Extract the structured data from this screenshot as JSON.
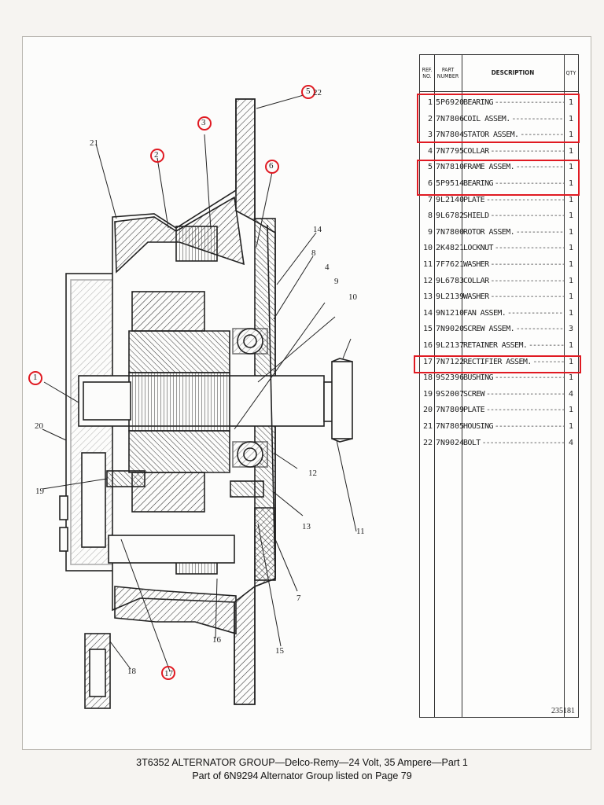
{
  "diagram": {
    "callouts": [
      "1",
      "2",
      "3",
      "4",
      "5",
      "6",
      "7",
      "8",
      "9",
      "10",
      "11",
      "12",
      "13",
      "14",
      "15",
      "16",
      "17",
      "18",
      "19",
      "20",
      "21",
      "22"
    ],
    "circled": [
      "1",
      "2",
      "3",
      "5",
      "6",
      "17"
    ]
  },
  "table": {
    "headers": {
      "ref": "REF. NO.",
      "part": "PART NUMBER",
      "desc": "DESCRIPTION",
      "qty": "QTY"
    },
    "rows": [
      {
        "ref": "1",
        "part": "5P6920",
        "desc": "BEARING",
        "qty": "1"
      },
      {
        "ref": "2",
        "part": "7N7806",
        "desc": "COIL ASSEM.",
        "qty": "1"
      },
      {
        "ref": "3",
        "part": "7N7804",
        "desc": "STATOR ASSEM.",
        "qty": "1"
      },
      {
        "ref": "4",
        "part": "7N7795",
        "desc": "COLLAR",
        "qty": "1"
      },
      {
        "ref": "5",
        "part": "7N7810",
        "desc": "FRAME ASSEM.",
        "qty": "1"
      },
      {
        "ref": "6",
        "part": "5P9514",
        "desc": "BEARING",
        "qty": "1"
      },
      {
        "ref": "7",
        "part": "9L2140",
        "desc": "PLATE",
        "qty": "1"
      },
      {
        "ref": "8",
        "part": "9L6782",
        "desc": "SHIELD",
        "qty": "1"
      },
      {
        "ref": "9",
        "part": "7N7800",
        "desc": "ROTOR ASSEM.",
        "qty": "1"
      },
      {
        "ref": "10",
        "part": "2K4821",
        "desc": "LOCKNUT",
        "qty": "1"
      },
      {
        "ref": "11",
        "part": "7F7621",
        "desc": "WASHER",
        "qty": "1"
      },
      {
        "ref": "12",
        "part": "9L6783",
        "desc": "COLLAR",
        "qty": "1"
      },
      {
        "ref": "13",
        "part": "9L2139",
        "desc": "WASHER",
        "qty": "1"
      },
      {
        "ref": "14",
        "part": "9N1210",
        "desc": "FAN ASSEM.",
        "qty": "1"
      },
      {
        "ref": "15",
        "part": "7N9020",
        "desc": "SCREW ASSEM.",
        "qty": "3"
      },
      {
        "ref": "16",
        "part": "9L2137",
        "desc": "RETAINER ASSEM.",
        "qty": "1"
      },
      {
        "ref": "17",
        "part": "7N7122",
        "desc": "RECTIFIER ASSEM.",
        "qty": "1"
      },
      {
        "ref": "18",
        "part": "9S2396",
        "desc": "BUSHING",
        "qty": "1"
      },
      {
        "ref": "19",
        "part": "9S2007",
        "desc": "SCREW",
        "qty": "4"
      },
      {
        "ref": "20",
        "part": "7N7809",
        "desc": "PLATE",
        "qty": "1"
      },
      {
        "ref": "21",
        "part": "7N7805",
        "desc": "HOUSING",
        "qty": "1"
      },
      {
        "ref": "22",
        "part": "7N9024",
        "desc": "BOLT",
        "qty": "4"
      }
    ],
    "figure_number": "235181"
  },
  "caption": {
    "line1": "3T6352 ALTERNATOR GROUP—Delco-Remy—24 Volt, 35 Ampere—Part 1",
    "line2": "Part of 6N9294 Alternator Group listed on Page 79"
  },
  "colors": {
    "highlight": "#e01a22",
    "ink": "#1e1e1e",
    "paper": "#fcfcfb"
  }
}
